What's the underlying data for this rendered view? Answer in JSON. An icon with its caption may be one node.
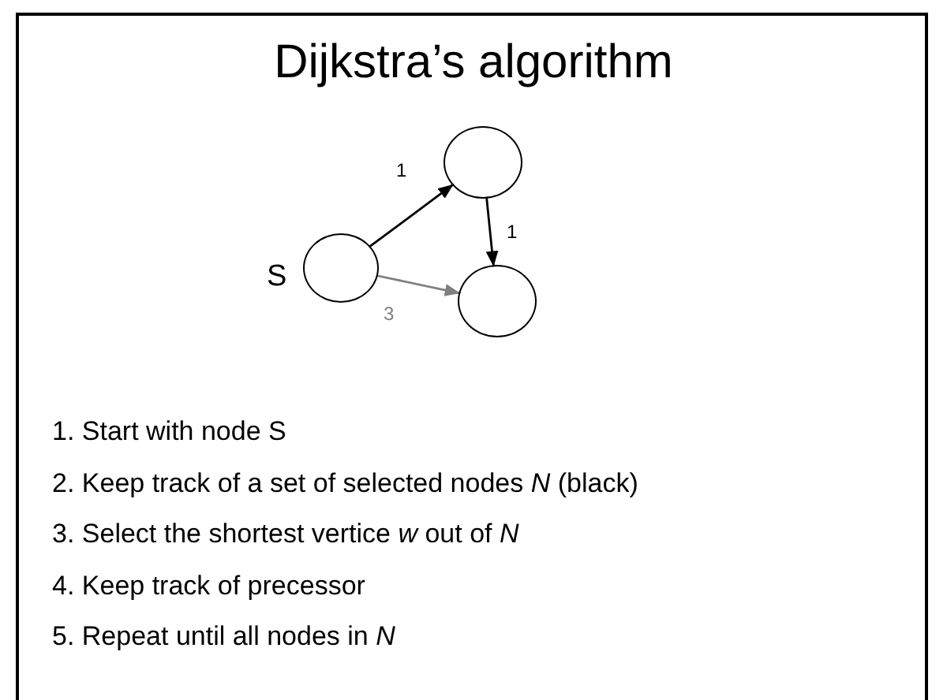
{
  "diagram": {
    "title": "Dijkstra’s algorithm",
    "nodes": [
      {
        "text": [],
        "shape": "circle",
        "beside": [
          "S"
        ]
      },
      {
        "text": [],
        "shape": "circle"
      },
      {
        "text": [],
        "shape": "circle"
      }
    ],
    "edges": [
      {
        "from": 0,
        "to": 1,
        "arrow": "to",
        "label": "1"
      },
      {
        "from": 1,
        "to": 2,
        "arrow": "to",
        "label": "1"
      },
      {
        "from": 0,
        "to": 2,
        "arrow": "to",
        "label": "3",
        "color": "#808080"
      }
    ],
    "labels": [
      "1. Start with node S",
      "2. Keep track of a set of selected nodes *N* (black)",
      "3. Select the shortest vertice *w* out of *N*",
      "4. Keep track of precessor",
      "5. Repeat until all nodes in *N*"
    ]
  }
}
